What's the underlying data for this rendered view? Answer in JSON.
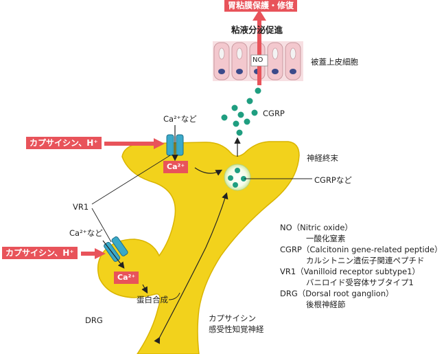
{
  "top_label": "胃粘膜保護・修復",
  "mucus_label": "粘液分泌促進",
  "no_label": "NO",
  "epithelium_label": "被蓋上皮細胞",
  "cgrp_label": "CGRP",
  "nerve_ending_label": "神経終末",
  "cgrp_etc_label": "CGRPなど",
  "ca_etc_label_top": "Ca²⁺など",
  "ca_etc_label_bottom": "Ca²⁺など",
  "stimulus_label_top": "カプサイシン、H⁺",
  "stimulus_label_bottom": "カプサイシン、H⁺",
  "ca_badge_top": "Ca²⁺",
  "ca_badge_bottom": "Ca²⁺",
  "vr1_label": "VR1",
  "protein_label": "蛋白合成",
  "drg_label": "DRG",
  "nerve_label_line1": "カプサイシン",
  "nerve_label_line2": "感受性知覚神経",
  "legend": [
    {
      "term": "NO（Nitric oxide）",
      "desc": "一酸化窒素"
    },
    {
      "term": "CGRP（Calcitonin gene-related peptide）",
      "desc": "カルシトニン遺伝子関連ペプチド"
    },
    {
      "term": "VR1（Vanilloid receptor subtype1）",
      "desc": "バニロイド受容体サブタイプ1"
    },
    {
      "term": "DRG（Dorsal root ganglion）",
      "desc": "後根神経節"
    }
  ],
  "colors": {
    "neuron": "#f2d21c",
    "neuron_stroke": "#d9b400",
    "accent_red": "#e8535a",
    "channel": "#3aa9c9",
    "granule": "#1f9e80",
    "cell_fill": "#f3c8ce",
    "nucleus": "#3b4a8a"
  }
}
